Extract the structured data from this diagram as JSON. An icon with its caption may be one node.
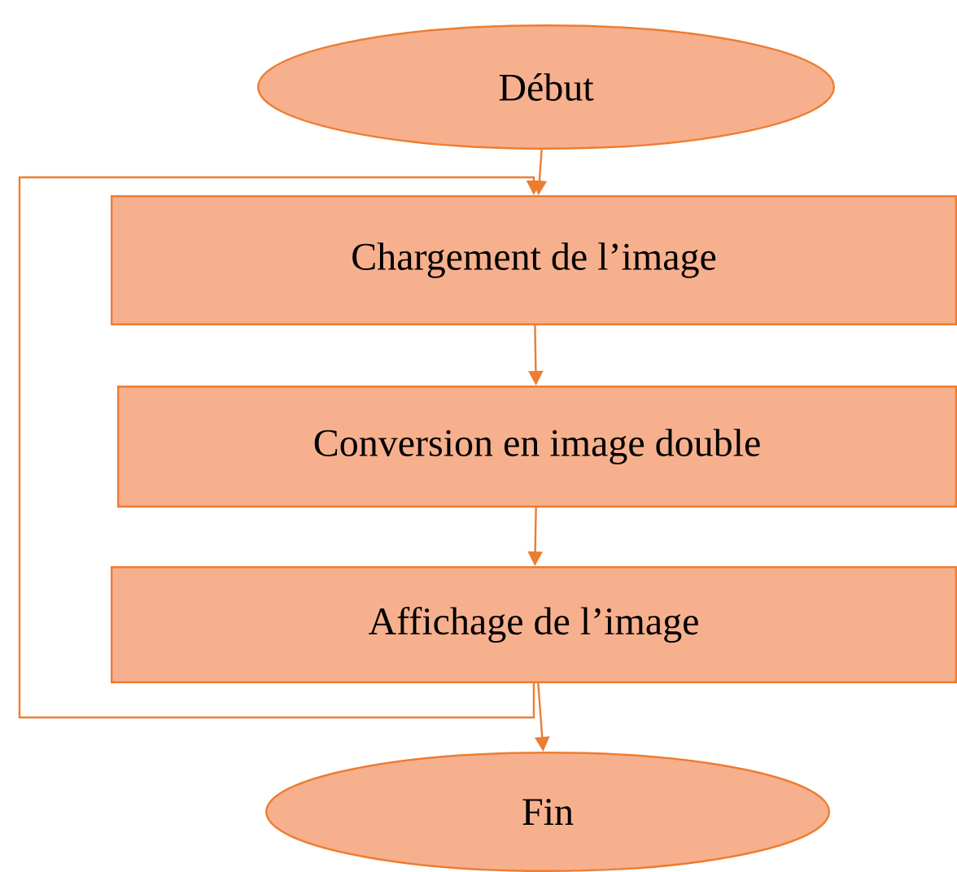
{
  "diagram": {
    "nodes": [
      {
        "text": [
          "Début"
        ]
      },
      {
        "text": [
          "Chargement de l’image"
        ]
      },
      {
        "text": [
          "Conversion en image double"
        ]
      },
      {
        "text": [
          "Affichage de l’image"
        ]
      },
      {
        "text": [
          "Fin"
        ]
      }
    ],
    "edges": [
      {
        "from": 0,
        "to": 1,
        "arrow": "to"
      },
      {
        "from": 1,
        "to": 2,
        "arrow": "to"
      },
      {
        "from": 2,
        "to": 3,
        "arrow": "to"
      },
      {
        "from": 3,
        "to": 4,
        "arrow": "to"
      },
      {
        "from": 3,
        "to": 1,
        "arrow": "to"
      }
    ]
  }
}
